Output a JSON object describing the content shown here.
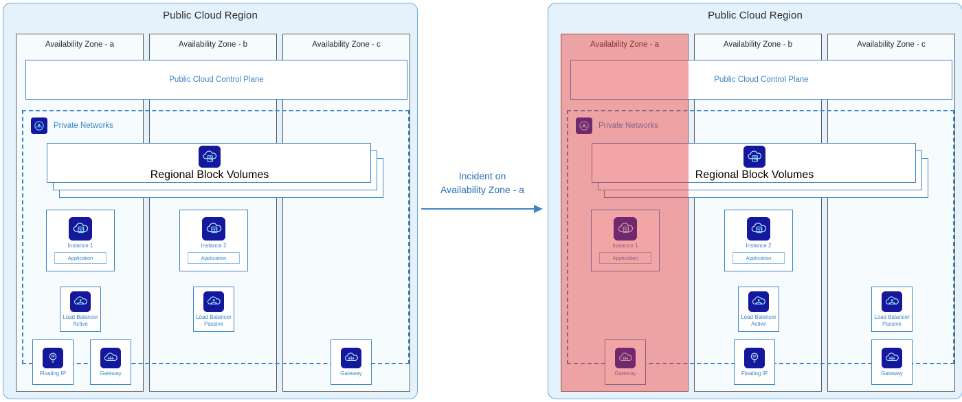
{
  "diagram": {
    "title": "Public Cloud Region high availability before and after an availability zone incident",
    "transition": {
      "label": "Incident on\nAvailability Zone - a",
      "arrow_color": "#3d85c6"
    }
  },
  "colors": {
    "region_fill": "#e6f2fb",
    "region_border": "#6aa9dd",
    "zone_fill": "#f6fbfe",
    "zone_border": "#5b5b5b",
    "accent_blue": "#3d85c6",
    "icon_navy": "#14189c",
    "incident_red": "#e23a3a",
    "incident_red_tint": "#ed7d7d",
    "incident_pink": "#fbcece"
  },
  "panels": [
    {
      "id": "before",
      "region_title": "Public Cloud Region",
      "control_plane": "Public Cloud Control Plane",
      "private_networks": "Private Networks",
      "private_networks_icon": "private-network-icon",
      "regional_volumes": "Regional Block\nVolumes",
      "regional_volumes_icon": "block-volume-icon",
      "incident": false,
      "zones": [
        {
          "name": "Availability Zone - a",
          "impacted": false,
          "nodes": [
            {
              "id": "instance-1",
              "label": "Instance 1",
              "icon": "instance-icon",
              "chip": "Application"
            },
            {
              "id": "load-balancer-active",
              "label": "Load Balancer\nActive",
              "icon": "load-balancer-icon"
            },
            {
              "id": "floating-ip",
              "label": "Floating IP",
              "icon": "floating-ip-icon"
            },
            {
              "id": "gateway-a",
              "label": "Gateway",
              "icon": "gateway-icon"
            }
          ]
        },
        {
          "name": "Availability Zone - b",
          "impacted": false,
          "nodes": [
            {
              "id": "instance-2",
              "label": "Instance 2",
              "icon": "instance-icon",
              "chip": "Application"
            },
            {
              "id": "load-balancer-passive",
              "label": "Load Balancer\nPassive",
              "icon": "load-balancer-icon"
            }
          ]
        },
        {
          "name": "Availability Zone - c",
          "impacted": false,
          "nodes": [
            {
              "id": "gateway-c",
              "label": "Gateway",
              "icon": "gateway-icon"
            }
          ]
        }
      ]
    },
    {
      "id": "after",
      "region_title": "Public Cloud Region",
      "control_plane": "Public Cloud Control Plane",
      "private_networks": "Private Networks",
      "private_networks_icon": "private-network-icon",
      "regional_volumes": "Regional Block\nVolumes",
      "regional_volumes_icon": "block-volume-icon",
      "incident": true,
      "zones": [
        {
          "name": "Availability Zone - a",
          "impacted": true,
          "nodes": [
            {
              "id": "instance-1",
              "label": "Instance 1",
              "icon": "instance-icon",
              "chip": "Application"
            },
            {
              "id": "gateway-a",
              "label": "Gateway",
              "icon": "gateway-icon"
            }
          ]
        },
        {
          "name": "Availability Zone - b",
          "impacted": false,
          "nodes": [
            {
              "id": "instance-2",
              "label": "Instance 2",
              "icon": "instance-icon",
              "chip": "Application"
            },
            {
              "id": "load-balancer-active",
              "label": "Load Balancer\nActive",
              "icon": "load-balancer-icon"
            },
            {
              "id": "floating-ip",
              "label": "Floating IP",
              "icon": "floating-ip-icon"
            }
          ]
        },
        {
          "name": "Availability Zone - c",
          "impacted": false,
          "nodes": [
            {
              "id": "load-balancer-passive",
              "label": "Load Balancer\nPassive",
              "icon": "load-balancer-icon"
            },
            {
              "id": "gateway-c",
              "label": "Gateway",
              "icon": "gateway-icon"
            }
          ]
        }
      ]
    }
  ]
}
